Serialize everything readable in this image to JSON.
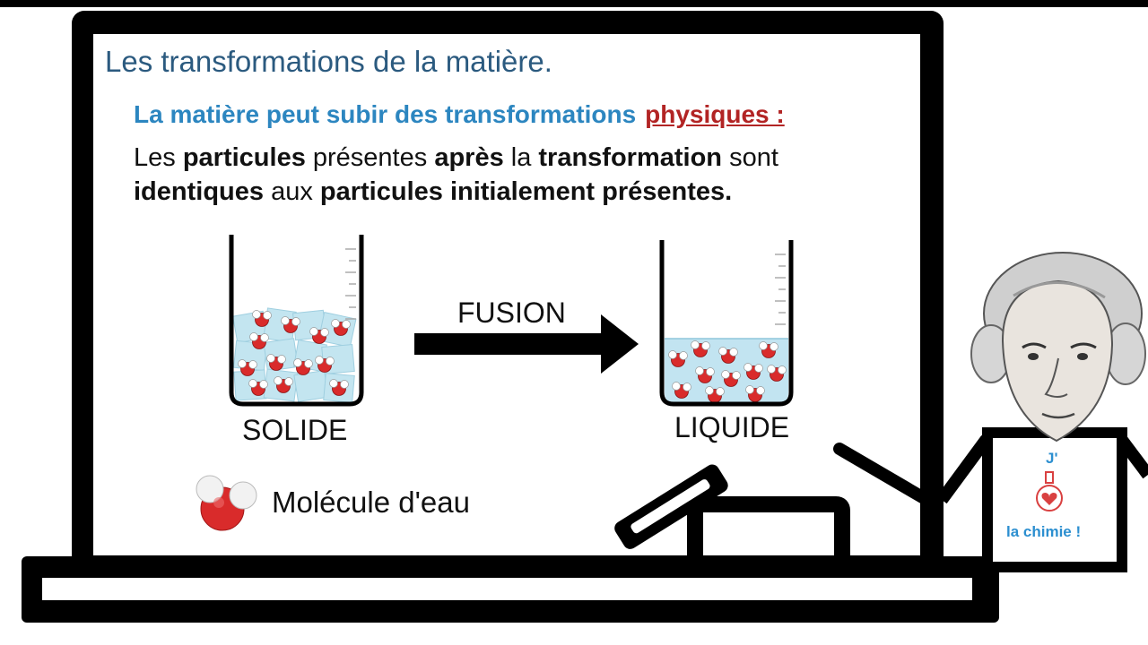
{
  "slide": {
    "title": "Les transformations de la matière.",
    "subtitle": "La matière peut subir des transformations",
    "subtitle_highlight": "physiques :",
    "line1": [
      "Les ",
      "particules",
      " présentes ",
      "après",
      " la ",
      "transformation",
      " sont"
    ],
    "line2": [
      "identiques",
      " aux ",
      "particules initialement présentes."
    ],
    "arrow_label": "FUSION",
    "left_beaker_label": "SOLIDE",
    "right_beaker_label": "LIQUIDE",
    "legend_label": "Molécule d'eau"
  },
  "mascot": {
    "shirt_line1": "J'",
    "shirt_line2": "la chimie !"
  },
  "colors": {
    "title": "#2b5a7f",
    "subtitle": "#2c86c0",
    "highlight": "#b22424",
    "ice": "#bfe3ef",
    "water": "#c2e4f1",
    "oxygen": "#d92b2b",
    "hydrogen": "#ffffff",
    "board": "#000000"
  },
  "icons": [
    "beaker-icon",
    "water-molecule-icon",
    "arrow-right-icon",
    "flask-heart-icon"
  ]
}
